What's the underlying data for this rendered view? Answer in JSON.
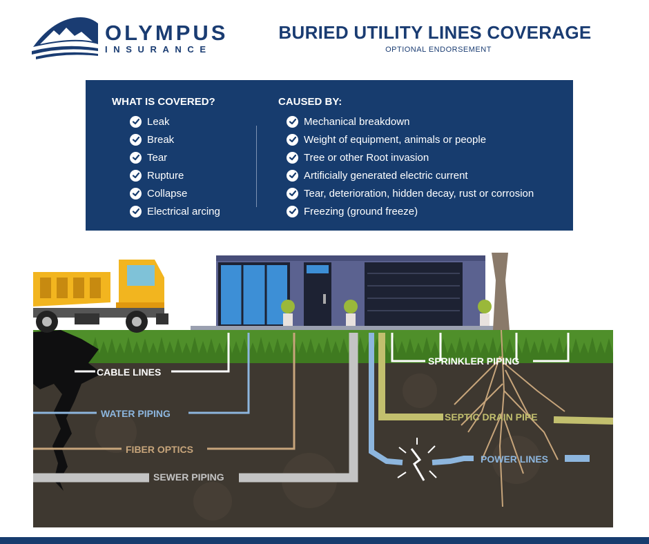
{
  "brand": {
    "name": "OLYMPUS",
    "sub": "INSURANCE"
  },
  "header": {
    "title": "BURIED UTILITY LINES COVERAGE",
    "subtitle": "OPTIONAL ENDORSEMENT"
  },
  "covered": {
    "heading": "WHAT IS COVERED?",
    "items": [
      "Leak",
      "Break",
      "Tear",
      "Rupture",
      "Collapse",
      "Electrical arcing"
    ]
  },
  "caused_by": {
    "heading": "CAUSED BY:",
    "items": [
      "Mechanical breakdown",
      "Weight of equipment, animals or people",
      "Tree or other Root invasion",
      "Artificially generated electric current",
      "Tear, deterioration, hidden decay, rust or corrosion",
      "Freezing (ground freeze)"
    ]
  },
  "utility_lines": {
    "cable": "CABLE LINES",
    "water": "WATER PIPING",
    "fiber": "FIBER OPTICS",
    "sewer": "SEWER PIPING",
    "sprinkler": "SPRINKLER PIPING",
    "septic": "SEPTIC DRAIN PIPE",
    "power": "POWER LINES"
  },
  "icons": {
    "check": "check-circle-icon",
    "logo": "mountain-logo-icon",
    "spark": "electric-spark-icon"
  },
  "colors": {
    "brand_navy": "#1a3c72",
    "panel": "#173c6e",
    "soil": "#3e3830",
    "grass": "#4f8f2a",
    "cable": "#ffffff",
    "water": "#8db6de",
    "fiber": "#c7a57b",
    "sewer": "#c4c4c4",
    "septic": "#c2bf6e",
    "power": "#8db6de",
    "truck": "#f2b51f"
  }
}
